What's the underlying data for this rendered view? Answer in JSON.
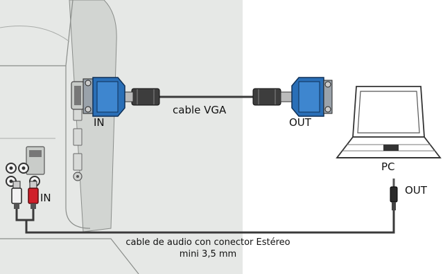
{
  "labels": {
    "tv_vga_in": "IN",
    "vga_cable": "cable VGA",
    "pc_vga_out": "OUT",
    "pc": "PC",
    "pc_audio_out": "OUT",
    "tv_audio_in": "IN",
    "audio_cable_line1": "cable de audio con conector Estéreo",
    "audio_cable_line2": "mini 3,5 mm"
  },
  "colors": {
    "tv_panel": "#e6e8e6",
    "connector_blue": "#2a6fb7",
    "rca_white": "#f2f2f2",
    "rca_red": "#d0202a",
    "cable": "#3a3a3a"
  }
}
